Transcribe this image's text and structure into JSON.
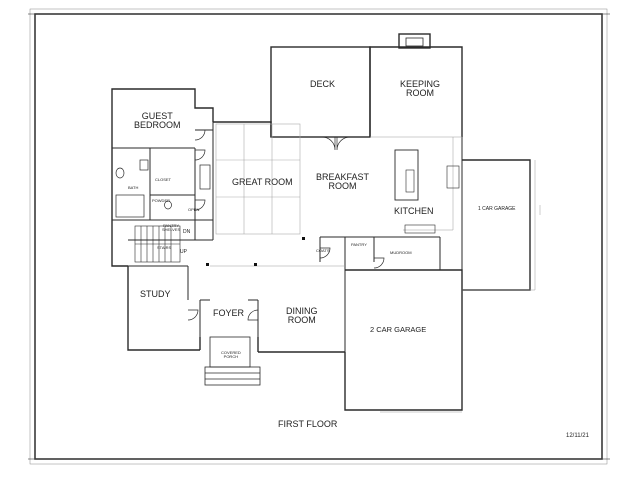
{
  "plan": {
    "title": "FIRST FLOOR",
    "date": "12/11/21",
    "rooms": {
      "deck": "DECK",
      "keeping_room": "KEEPING\nROOM",
      "guest_bedroom": "GUEST\nBEDROOM",
      "great_room": "GREAT ROOM",
      "breakfast_room": "BREAKFAST\nROOM",
      "kitchen": "KITCHEN",
      "one_car_garage": "1 CAR GARAGE",
      "study": "STUDY",
      "foyer": "FOYER",
      "dining_room": "DINING\nROOM",
      "two_car_garage": "2 CAR GARAGE",
      "covered_porch": "COVERED\nPORCH",
      "pantry": "PANTRY",
      "mudroom": "MUDROOM",
      "coats": "COATS",
      "closet": "CLOSET",
      "bath": "BATH",
      "powder": "POWDER",
      "open": "OPEN",
      "pantry_small": "PANTRY\nSHELVES",
      "stairs": "STAIRS",
      "down": "DN",
      "up": "UP"
    },
    "colors": {
      "line": "#2a2a2a",
      "light_line": "#9a9a9a",
      "background": "#ffffff"
    }
  }
}
